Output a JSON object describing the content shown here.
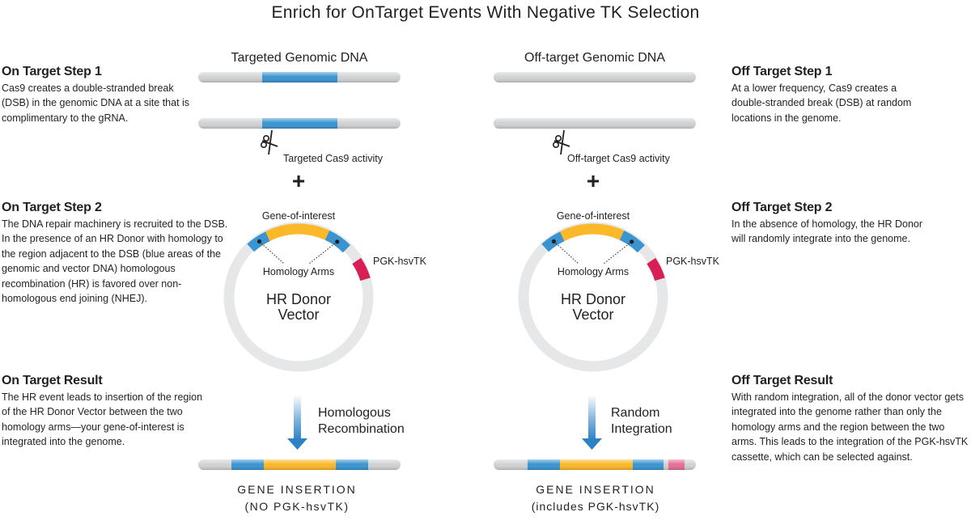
{
  "title": "Enrich for OnTarget Events With Negative TK Selection",
  "left_panels": [
    {
      "heading": "On Target Step 1",
      "body": "Cas9 creates a double-stranded break (DSB) in the genomic DNA at a site that is complimentary to the gRNA."
    },
    {
      "heading": "On Target Step 2",
      "body": "The DNA repair machinery is recruited to the DSB. In the presence of an HR Donor with homology to the region adjacent to the DSB (blue areas of the genomic and vector DNA) homologous recombination (HR) is favored over non-homologous end joining (NHEJ)."
    },
    {
      "heading": "On Target Result",
      "body": "The HR event leads to insertion of the region of the HR Donor Vector between the two homology arms—your gene-of-interest is integrated into the genome."
    }
  ],
  "right_panels": [
    {
      "heading": "Off Target Step 1",
      "body": "At a lower frequency, Cas9 creates a double-stranded break (DSB) at random locations in the genome."
    },
    {
      "heading": "Off Target Step 2",
      "body": "In the absence of homology, the HR Donor will randomly integrate into the genome."
    },
    {
      "heading": "Off Target Result",
      "body": "With random integration, all of the donor vector gets integrated into the genome rather than only the homology arms and the region between the two arms. This leads to the integration of the PGK-hsvTK cassette, which can be selected against."
    }
  ],
  "on_target": {
    "dna_label": "Targeted Genomic DNA",
    "cas9_label": "Targeted Cas9 activity",
    "plus": "+",
    "gene_label": "Gene-of-interest",
    "arms_label": "Homology Arms",
    "tk_label": "PGK-hsvTK",
    "vector_line1": "HR Donor",
    "vector_line2": "Vector",
    "arrow_line1": "Homologous",
    "arrow_line2": "Recombination",
    "result_line1": "GENE INSERTION",
    "result_line2": "(NO PGK-hsvTK)"
  },
  "off_target": {
    "dna_label": "Off-target Genomic DNA",
    "cas9_label": "Off-target Cas9 activity",
    "plus": "+",
    "gene_label": "Gene-of-interest",
    "arms_label": "Homology Arms",
    "tk_label": "PGK-hsvTK",
    "vector_line1": "HR Donor",
    "vector_line2": "Vector",
    "arrow_line1": "Random",
    "arrow_line2": "Integration",
    "result_line1": "GENE INSERTION",
    "result_line2": "(includes PGK-hsvTK)"
  },
  "icons": {
    "cut": "scissors-icon",
    "flow": "arrow-down-icon"
  },
  "colors": {
    "dna_gray": "#d0d2d4",
    "homology_blue": "#3a94d0",
    "gene_yellow": "#fbb829",
    "tk_red": "#d71f55",
    "tk_pink": "#e86e96",
    "vector_ring": "#e6e7e8",
    "arrow_blue": "#2b82c6"
  }
}
